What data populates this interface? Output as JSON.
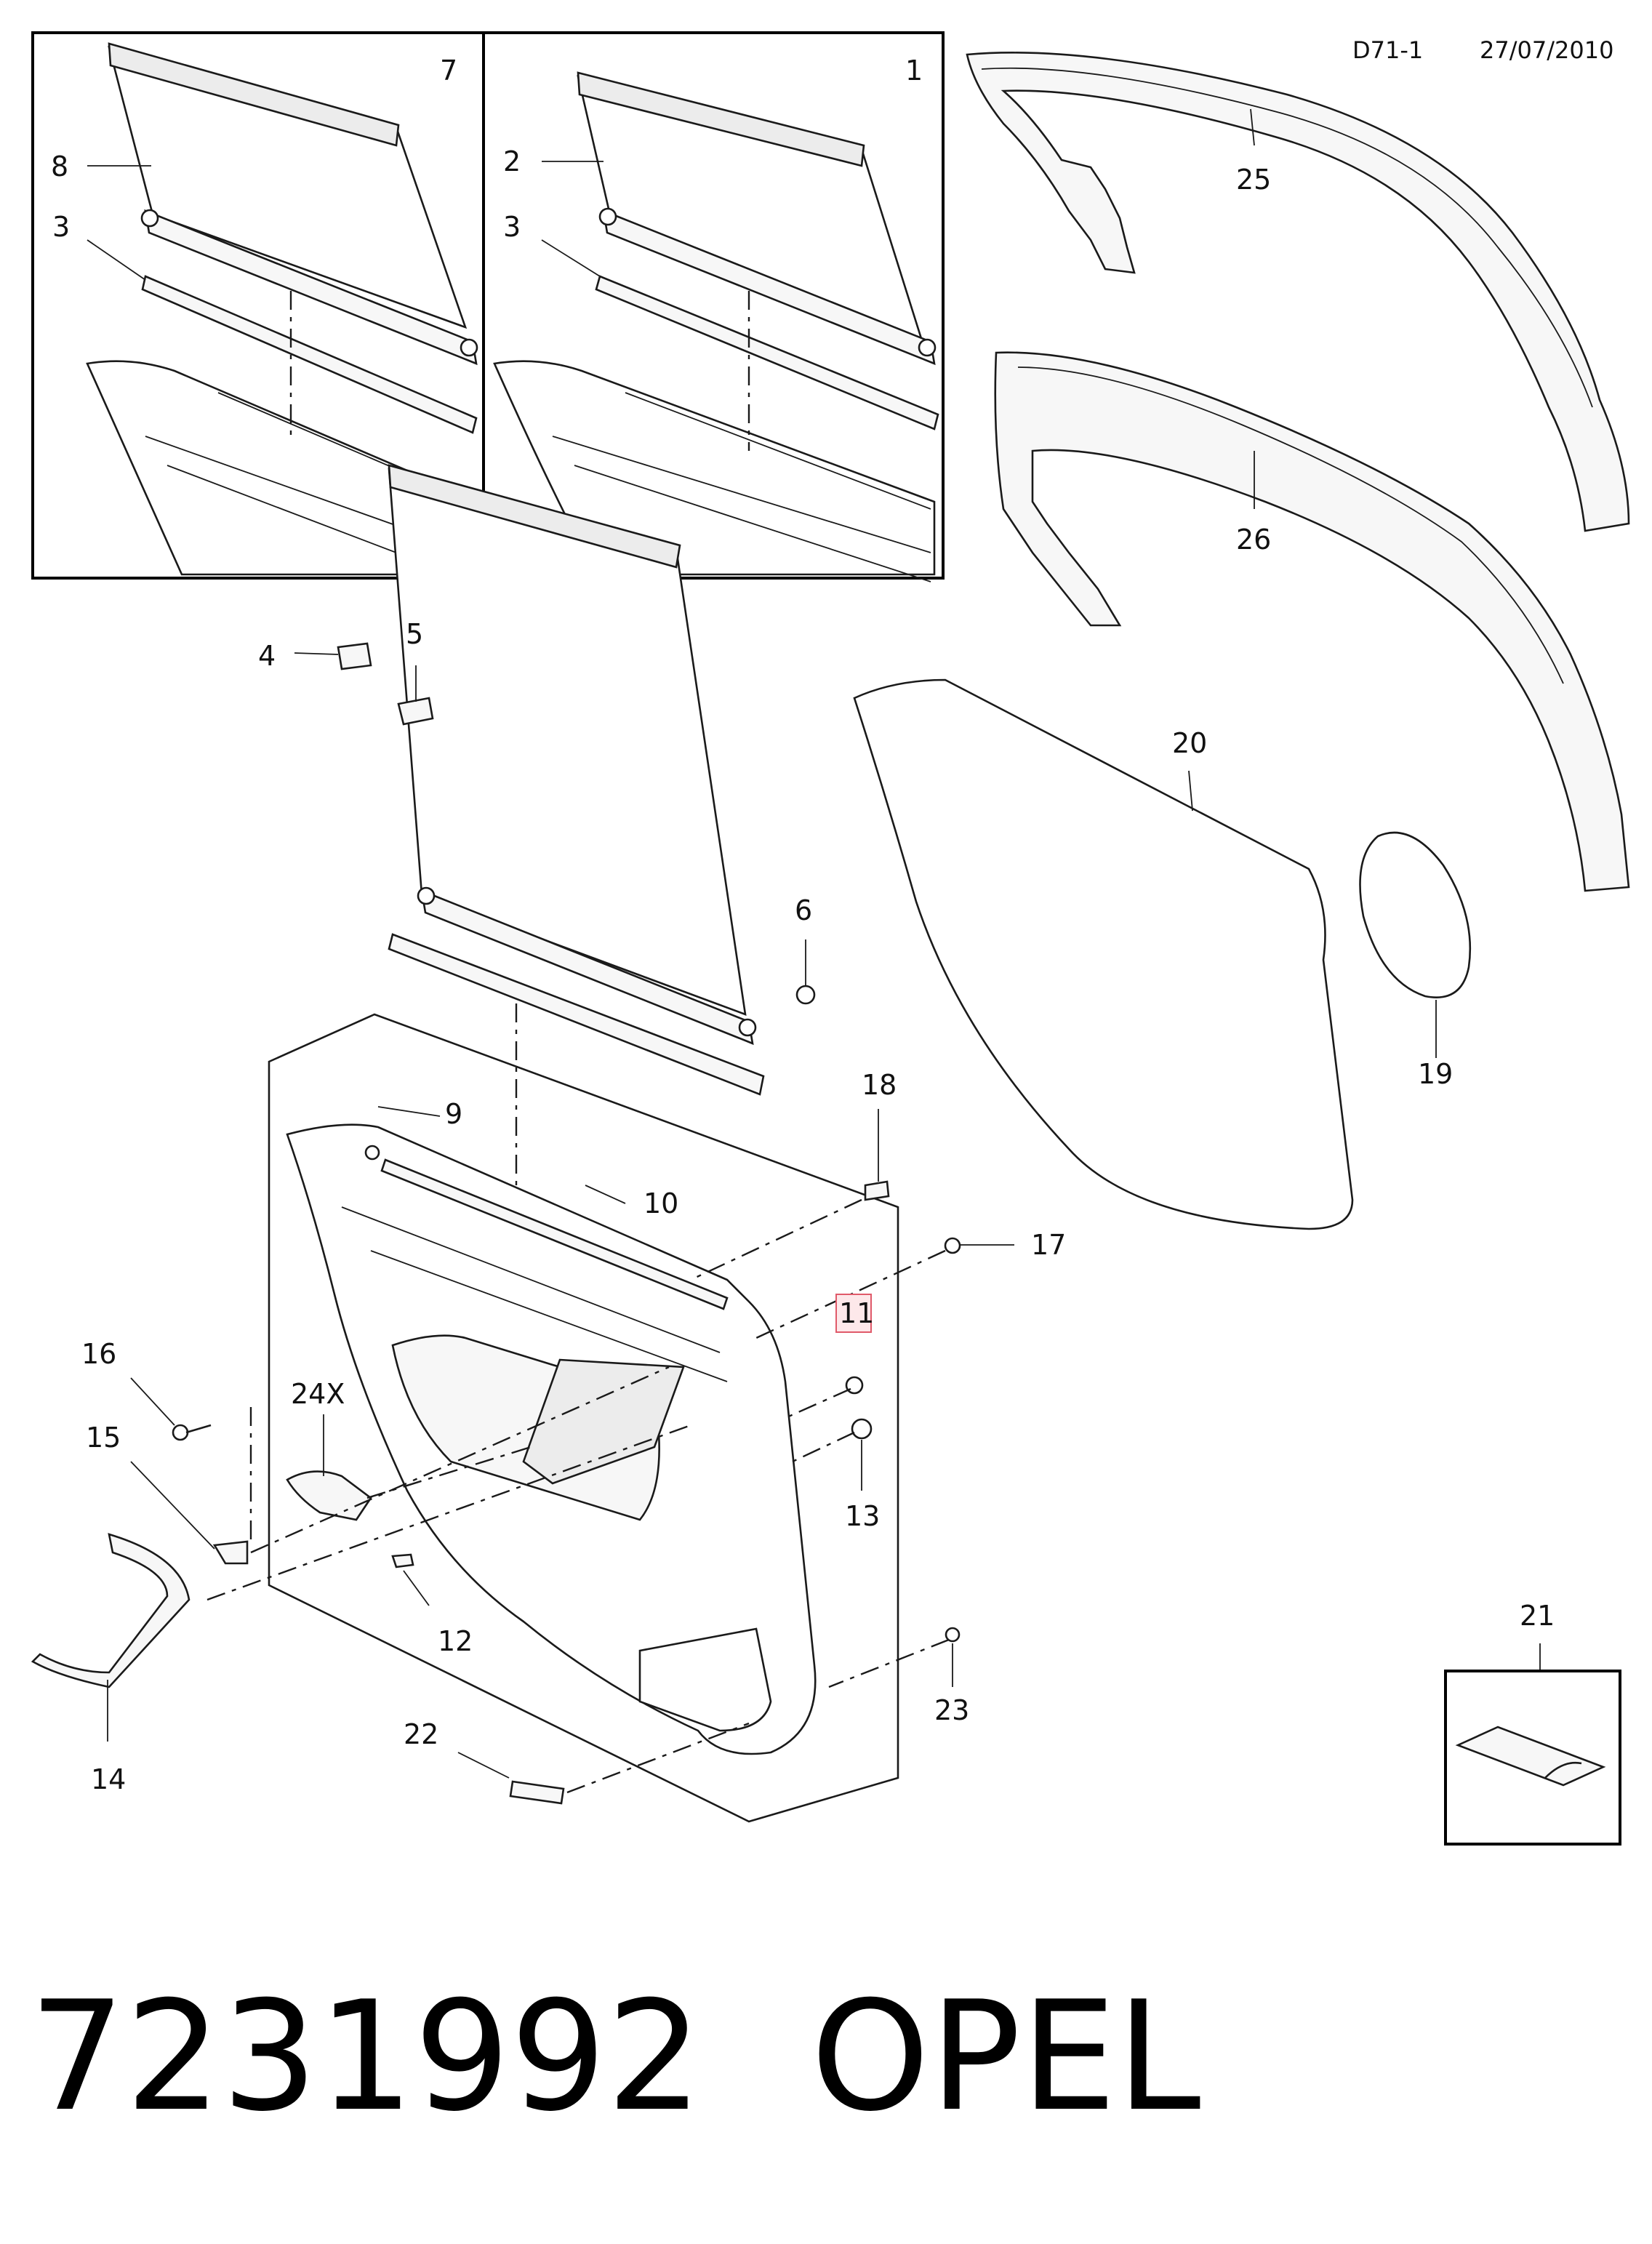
{
  "header": {
    "code": "D71-1",
    "date": "27/07/2010"
  },
  "footer": {
    "part_number": "7231992",
    "brand": "OPEL"
  },
  "callouts": {
    "c1": "1",
    "c2": "2",
    "c3a": "3",
    "c3b": "3",
    "c4": "4",
    "c5": "5",
    "c6": "6",
    "c7": "7",
    "c8": "8",
    "c9": "9",
    "c10": "10",
    "c11": "11",
    "c12": "12",
    "c13": "13",
    "c14": "14",
    "c15": "15",
    "c16": "16",
    "c17": "17",
    "c18": "18",
    "c19": "19",
    "c20": "20",
    "c21": "21",
    "c22": "22",
    "c23": "23",
    "c24": "24X",
    "c25": "25",
    "c26": "26"
  },
  "highlight": {
    "callout": "11",
    "color": "#e05a6a"
  }
}
